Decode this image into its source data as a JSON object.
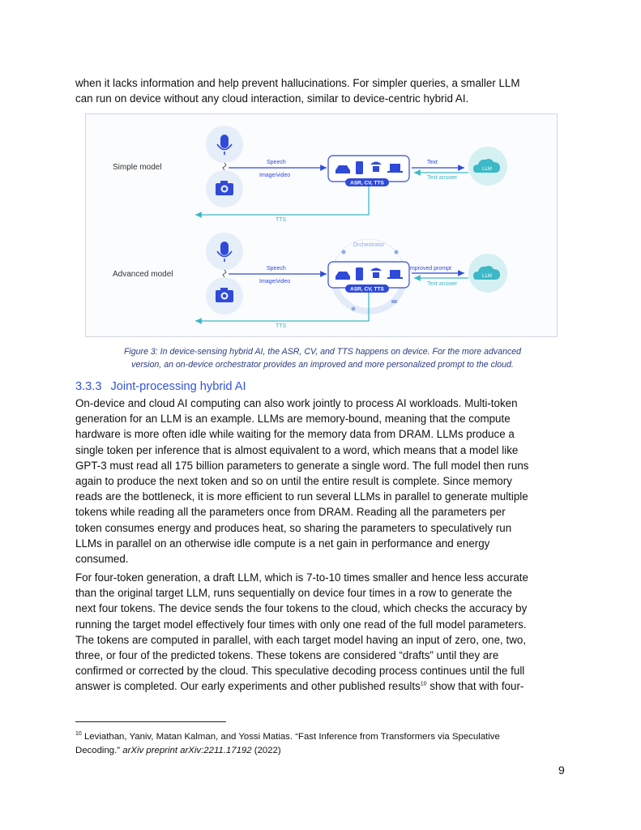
{
  "intro": {
    "line1": "when it lacks information and help prevent hallucinations. For simpler queries, a smaller LLM",
    "line2": "can run on device without any cloud interaction, similar to device-centric hybrid AI."
  },
  "figure": {
    "simple_label": "Simple model",
    "advanced_label": "Advanced model",
    "speech": "Speech",
    "image_video": "Image/video",
    "asr_cv_tts": "ASR, CV, TTS",
    "text": "Text",
    "text_answer": "Text answer",
    "improved_prompt": "Improved prompt",
    "llm": "LLM",
    "tts": "TTS",
    "orchestrator": "Orchestrator",
    "colors": {
      "blue": "#2f4ad8",
      "teal": "#3cb8c6",
      "icon_bg": "#e6eef9",
      "cloud_bg": "#d5f0f3"
    }
  },
  "caption": {
    "line1": "Figure 3: In device-sensing hybrid AI, the ASR, CV, and TTS happens on device. For the more advanced",
    "line2": "version, an on-device orchestrator provides an improved and more personalized prompt to the cloud."
  },
  "section": {
    "number": "3.3.3",
    "title": "Joint-processing hybrid AI"
  },
  "paragraph1": [
    "On-device and cloud AI computing can also work jointly to process AI workloads. Multi-token",
    "generation for an LLM is an example. LLMs are memory-bound, meaning that the compute",
    "hardware is more often idle while waiting for the memory data from DRAM. LLMs produce a",
    "single token per inference that is almost equivalent to a word, which means that a model like",
    "GPT-3 must read all 175 billion parameters to generate a single word. The full model then runs",
    "again to produce the next token and so on until the entire result is complete. Since memory",
    "reads are the bottleneck, it is more efficient to run several LLMs in parallel to generate multiple",
    "tokens while reading all the parameters once from DRAM. Reading all the parameters per",
    "token consumes energy and produces heat, so sharing the parameters to speculatively run",
    "LLMs in parallel on an otherwise idle compute is a net gain in performance and energy",
    "consumed."
  ],
  "paragraph2": [
    "For four-token generation, a draft LLM, which is 7-to-10 times smaller and hence less accurate",
    "than the original target LLM, runs sequentially on device four times in a row to generate the",
    "next four tokens. The device sends the four tokens to the cloud, which checks the accuracy by",
    "running the target model effectively four times with only one read of the full model parameters.",
    "The tokens are computed in parallel, with each target model having an input of zero, one, two,",
    "three, or four of the predicted tokens. These tokens are considered “drafts” until they are",
    "confirmed or corrected by the cloud. This speculative decoding process continues until the full"
  ],
  "paragraph2_last": {
    "before": "answer is completed. Our early experiments and other published results",
    "ref": "10",
    "after": " show that with four-"
  },
  "footnote": {
    "num": "10",
    "line1": " Leviathan, Yaniv, Matan Kalman, and Yossi Matias. “Fast Inference from Transformers via Speculative",
    "line2_a": "Decoding.” ",
    "line2_italic": "arXiv preprint arXiv:2211.17192",
    "line2_b": " (2022)"
  },
  "page_number": "9"
}
